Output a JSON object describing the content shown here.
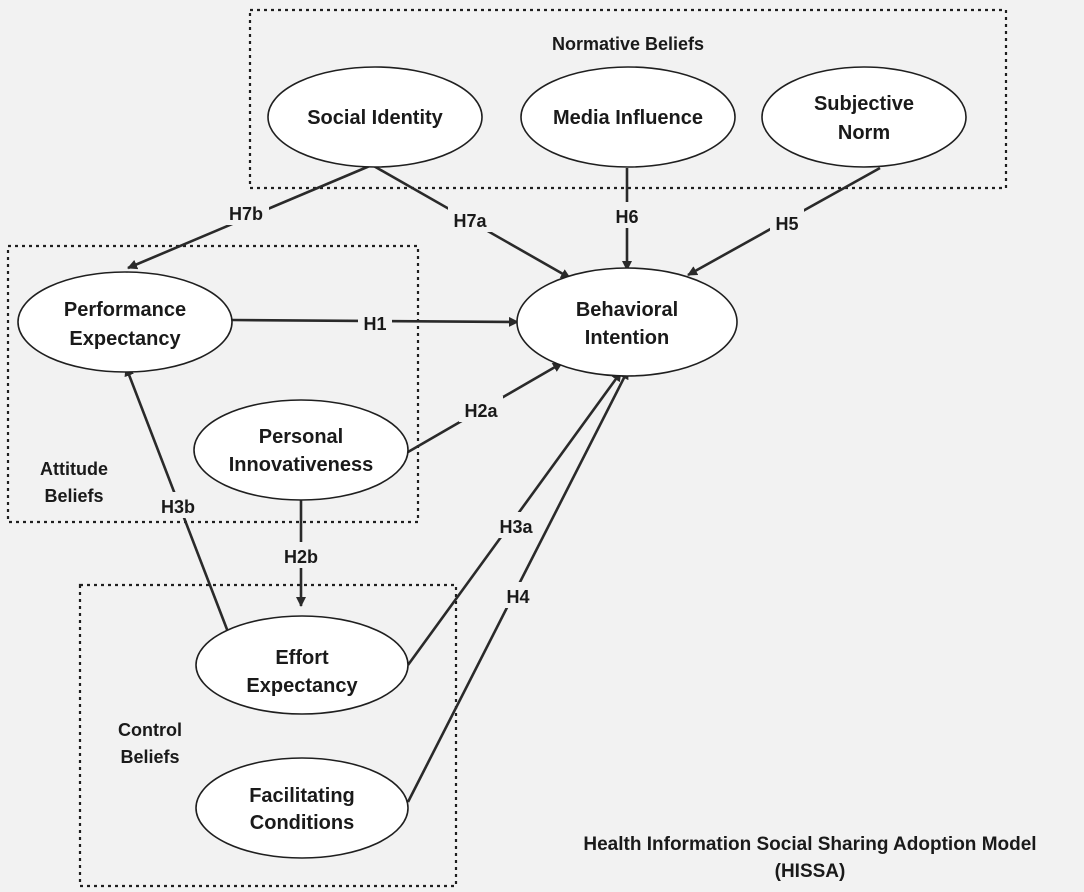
{
  "groups": {
    "normative": {
      "lines": [
        "Normative Beliefs"
      ]
    },
    "attitude": {
      "lines": [
        "Attitude",
        "Beliefs"
      ]
    },
    "control": {
      "lines": [
        "Control",
        "Beliefs"
      ]
    }
  },
  "nodes": {
    "social_identity": {
      "lines": [
        "Social Identity"
      ]
    },
    "media_influence": {
      "lines": [
        "Media Influence"
      ]
    },
    "subjective_norm": {
      "lines": [
        "Subjective",
        "Norm"
      ]
    },
    "performance_expectancy": {
      "lines": [
        "Performance",
        "Expectancy"
      ]
    },
    "behavioral_intention": {
      "lines": [
        "Behavioral",
        "Intention"
      ]
    },
    "personal_innovativeness": {
      "lines": [
        "Personal",
        "Innovativeness"
      ]
    },
    "effort_expectancy": {
      "lines": [
        "Effort",
        "Expectancy"
      ]
    },
    "facilitating_conditions": {
      "lines": [
        "Facilitating",
        "Conditions"
      ]
    }
  },
  "edges": [
    {
      "id": "h7b",
      "label": "H7b",
      "from": "social_identity",
      "to": "performance_expectancy"
    },
    {
      "id": "h7a",
      "label": "H7a",
      "from": "social_identity",
      "to": "behavioral_intention"
    },
    {
      "id": "h6",
      "label": "H6",
      "from": "media_influence",
      "to": "behavioral_intention"
    },
    {
      "id": "h5",
      "label": "H5",
      "from": "subjective_norm",
      "to": "behavioral_intention"
    },
    {
      "id": "h1",
      "label": "H1",
      "from": "performance_expectancy",
      "to": "behavioral_intention"
    },
    {
      "id": "h2a",
      "label": "H2a",
      "from": "personal_innovativeness",
      "to": "behavioral_intention"
    },
    {
      "id": "h2b",
      "label": "H2b",
      "from": "personal_innovativeness",
      "to": "effort_expectancy"
    },
    {
      "id": "h3b",
      "label": "H3b",
      "from": "effort_expectancy",
      "to": "performance_expectancy"
    },
    {
      "id": "h3a",
      "label": "H3a",
      "from": "effort_expectancy",
      "to": "behavioral_intention"
    },
    {
      "id": "h4",
      "label": "H4",
      "from": "facilitating_conditions",
      "to": "behavioral_intention"
    }
  ],
  "caption": {
    "lines": [
      "Health Information Social Sharing Adoption Model",
      "(HISSA)"
    ]
  }
}
